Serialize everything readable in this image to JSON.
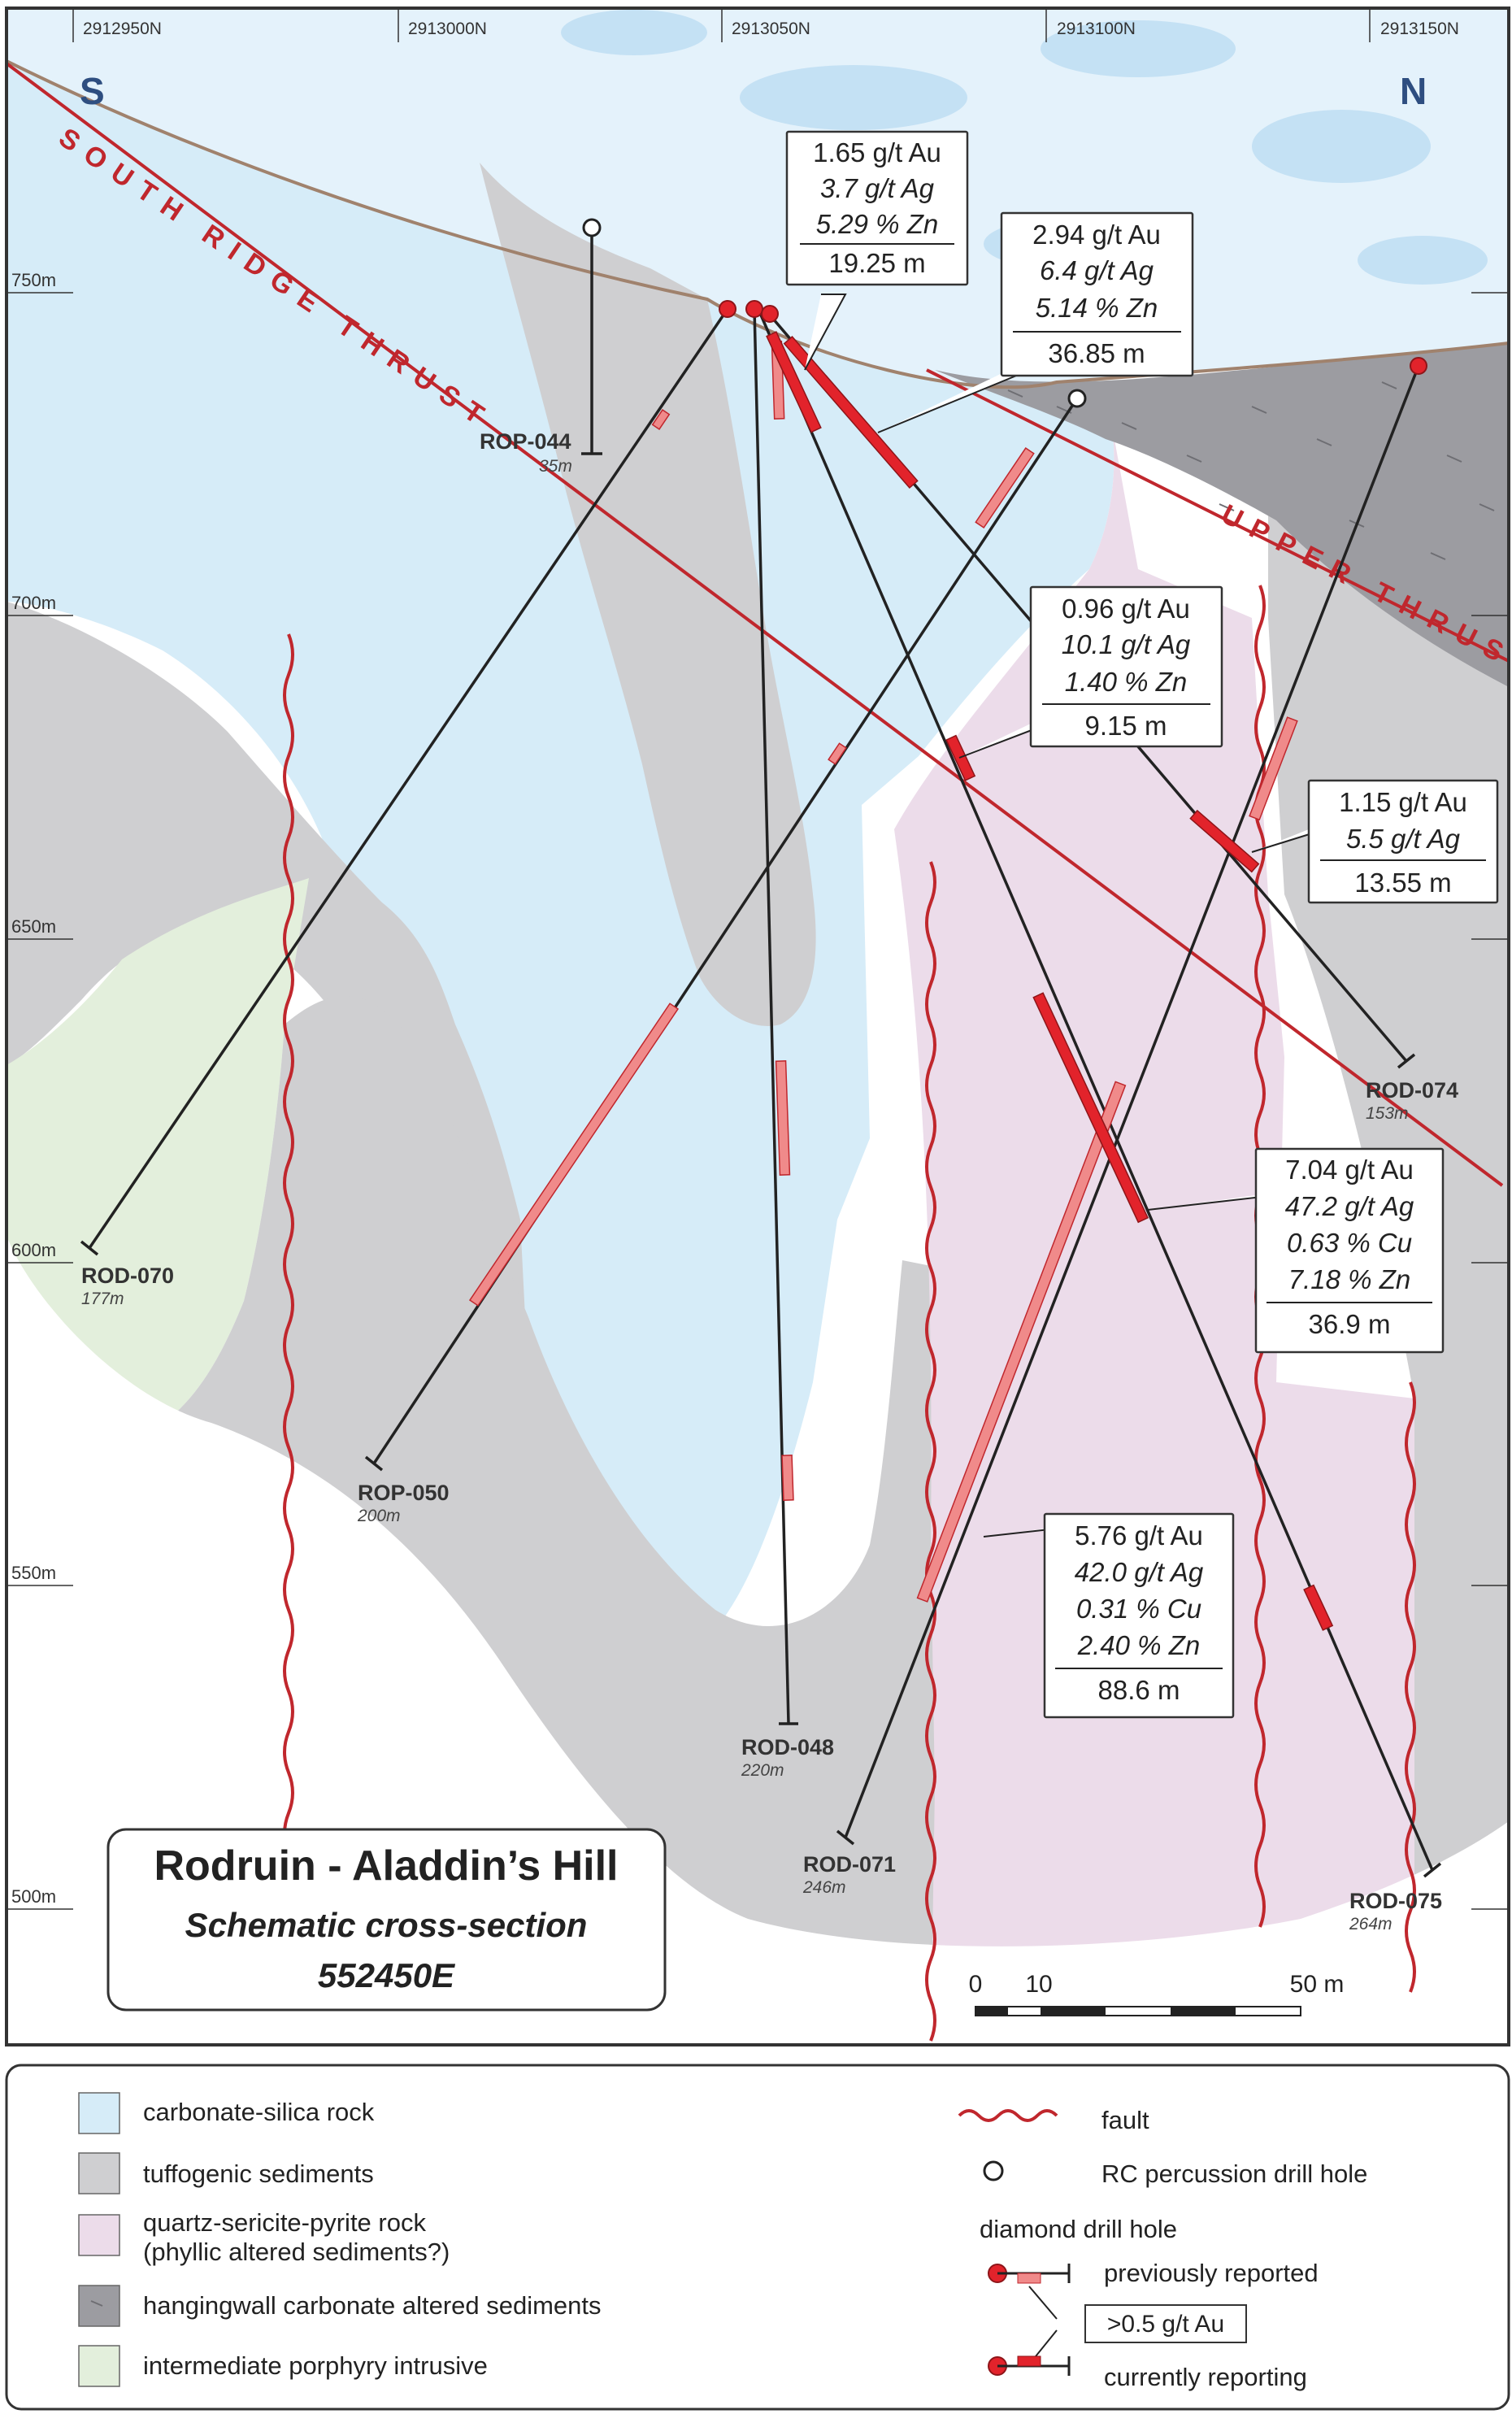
{
  "northings": [
    "2912950N",
    "2913000N",
    "2913050N",
    "2913100N",
    "2913150N"
  ],
  "elevations": [
    "750m",
    "700m",
    "650m",
    "600m",
    "550m",
    "500m"
  ],
  "compass": {
    "south": "S",
    "north": "N"
  },
  "faults": {
    "south_ridge_thrust": "SOUTH RIDGE THRUST",
    "upper_thrust": "UPPER THRUST"
  },
  "holes": [
    {
      "id": "ROP-044",
      "length": "35m"
    },
    {
      "id": "ROD-070",
      "length": "177m"
    },
    {
      "id": "ROP-050",
      "length": "200m"
    },
    {
      "id": "ROD-048",
      "length": "220m"
    },
    {
      "id": "ROD-071",
      "length": "246m"
    },
    {
      "id": "ROD-074",
      "length": "153m"
    },
    {
      "id": "ROD-075",
      "length": "264m"
    }
  ],
  "callouts": [
    {
      "lines": [
        "1.65 g/t Au",
        "3.7 g/t Ag",
        "5.29 % Zn"
      ],
      "total": "19.25 m"
    },
    {
      "lines": [
        "2.94 g/t Au",
        "6.4 g/t Ag",
        "5.14 % Zn"
      ],
      "total": "36.85 m"
    },
    {
      "lines": [
        "0.96 g/t Au",
        "10.1 g/t Ag",
        "1.40 % Zn"
      ],
      "total": "9.15 m"
    },
    {
      "lines": [
        "1.15 g/t Au",
        "5.5 g/t Ag"
      ],
      "total": "13.55 m"
    },
    {
      "lines": [
        "7.04 g/t Au",
        "47.2 g/t Ag",
        "0.63 % Cu",
        "7.18 % Zn"
      ],
      "total": "36.9 m"
    },
    {
      "lines": [
        "5.76 g/t Au",
        "42.0 g/t Ag",
        "0.31 % Cu",
        "2.40 % Zn"
      ],
      "total": "88.6 m"
    }
  ],
  "title": {
    "main": "Rodruin - Aladdin’s Hill",
    "sub": "Schematic cross-section",
    "easting": "552450E"
  },
  "scale": {
    "labels": [
      "0",
      "10",
      "50 m"
    ]
  },
  "legend": {
    "units": [
      {
        "label": "carbonate-silica rock",
        "color": "#d6ecf8"
      },
      {
        "label": "tuffogenic sediments",
        "color": "#cfcfd1"
      },
      {
        "label": "quartz-sericite-pyrite rock",
        "label2": "(phyllic altered sediments?)",
        "color": "#ecdcea"
      },
      {
        "label": "hangingwall carbonate altered sediments",
        "color": "#9c9ca1"
      },
      {
        "label": "intermediate porphyry intrusive",
        "color": "#e3efdc"
      }
    ],
    "fault": "fault",
    "rc": "RC percussion drill hole",
    "diamond": "diamond drill hole",
    "previous": "previously reported",
    "threshold": ">0.5 g/t Au",
    "current": "currently reporting"
  },
  "colors": {
    "sky": "#e4f2fb",
    "fault": "#c0272d",
    "bright_red": "#e2232b",
    "pale_red": "#f08a8a",
    "terrain": "#a0826d"
  }
}
